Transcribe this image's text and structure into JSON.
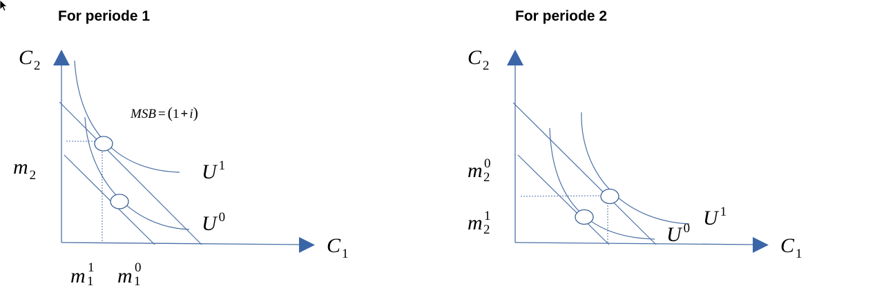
{
  "colors": {
    "line": "#4a6fa5",
    "arrow": "#3a66a8",
    "marker": "#3a5f95"
  },
  "panels": [
    {
      "title": "For periode 1",
      "y_axis": {
        "base": "C",
        "sub": "2"
      },
      "x_axis": {
        "base": "C",
        "sub": "1"
      },
      "y_tick": {
        "base": "m",
        "sub": "2"
      },
      "x_ticks": [
        {
          "base": "m",
          "sub": "1",
          "sup": "1"
        },
        {
          "base": "m",
          "sub": "1",
          "sup": "0"
        }
      ],
      "curves": [
        {
          "base": "U",
          "sup": "1"
        },
        {
          "base": "U",
          "sup": "0"
        }
      ],
      "annotation": {
        "lhs": "MSB",
        "eq": "=",
        "paren_open": "(",
        "one": "1",
        "plus": "+",
        "i": "i",
        "paren_close": ")"
      }
    },
    {
      "title": "For periode 2",
      "y_axis": {
        "base": "C",
        "sub": "2"
      },
      "x_axis": {
        "base": "C",
        "sub": "1"
      },
      "y_ticks": [
        {
          "base": "m",
          "sub": "2",
          "sup": "0"
        },
        {
          "base": "m",
          "sub": "2",
          "sup": "1"
        }
      ],
      "curves": [
        {
          "base": "U",
          "sup": "1"
        },
        {
          "base": "U",
          "sup": "0"
        }
      ]
    }
  ]
}
